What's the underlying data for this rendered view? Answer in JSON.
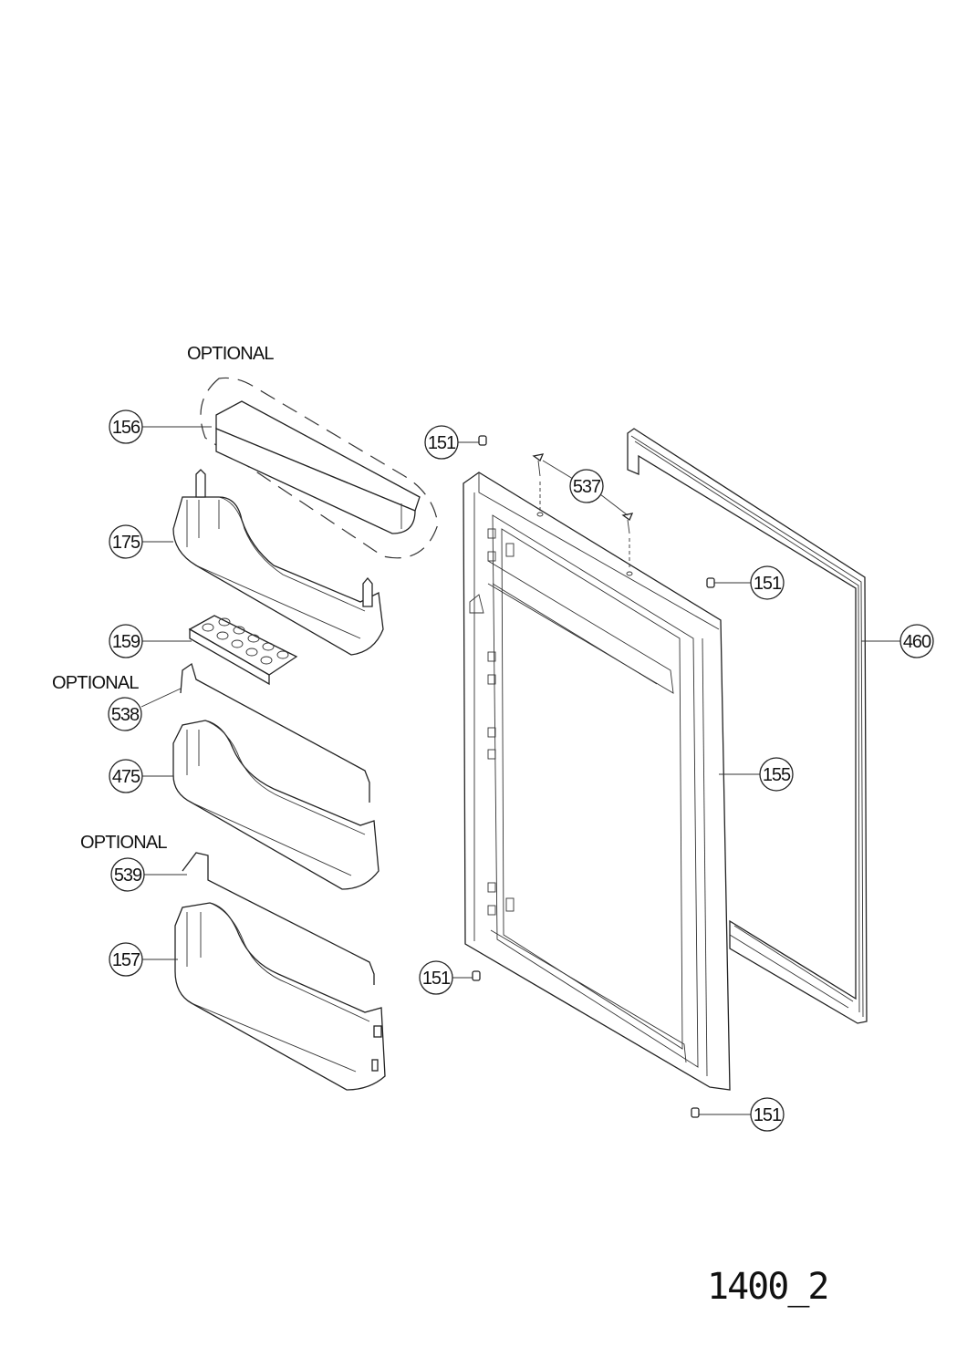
{
  "optional_labels": {
    "top": "OPTIONAL",
    "middle": "OPTIONAL",
    "lower": "OPTIONAL"
  },
  "callouts": {
    "part_156": "156",
    "part_175": "175",
    "part_159": "159",
    "part_538": "538",
    "part_475": "475",
    "part_539": "539",
    "part_157": "157",
    "part_151_top": "151",
    "part_537": "537",
    "part_151_right": "151",
    "part_460": "460",
    "part_155": "155",
    "part_151_bottom_left": "151",
    "part_151_bottom_right": "151"
  },
  "drawing_code": "1400_2"
}
